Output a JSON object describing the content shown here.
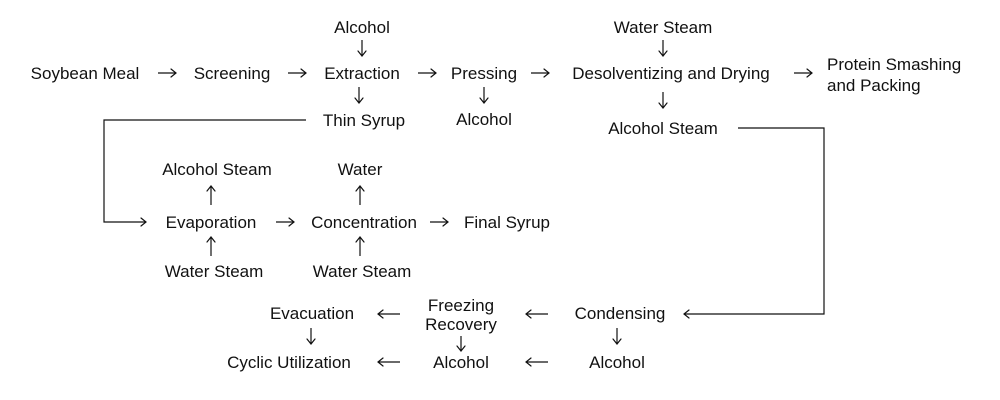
{
  "nodes": {
    "soybean_meal": "Soybean Meal",
    "screening": "Screening",
    "alcohol_in": "Alcohol",
    "extraction": "Extraction",
    "pressing": "Pressing",
    "water_steam_top": "Water Steam",
    "desolventizing": "Desolventizing and Drying",
    "protein_line1": "Protein Smashing",
    "protein_line2": "and Packing",
    "thin_syrup": "Thin Syrup",
    "alcohol_pressing": "Alcohol",
    "alcohol_steam_right": "Alcohol Steam",
    "alcohol_steam_left": "Alcohol Steam",
    "water_top": "Water",
    "evaporation": "Evaporation",
    "concentration": "Concentration",
    "final_syrup": "Final Syrup",
    "water_steam_evap": "Water Steam",
    "water_steam_conc": "Water Steam",
    "evacuation": "Evacuation",
    "freezing_line1": "Freezing",
    "freezing_line2": "Recovery",
    "condensing": "Condensing",
    "cyclic_utilization": "Cyclic Utilization",
    "alcohol_freezing": "Alcohol",
    "alcohol_condensing": "Alcohol"
  }
}
